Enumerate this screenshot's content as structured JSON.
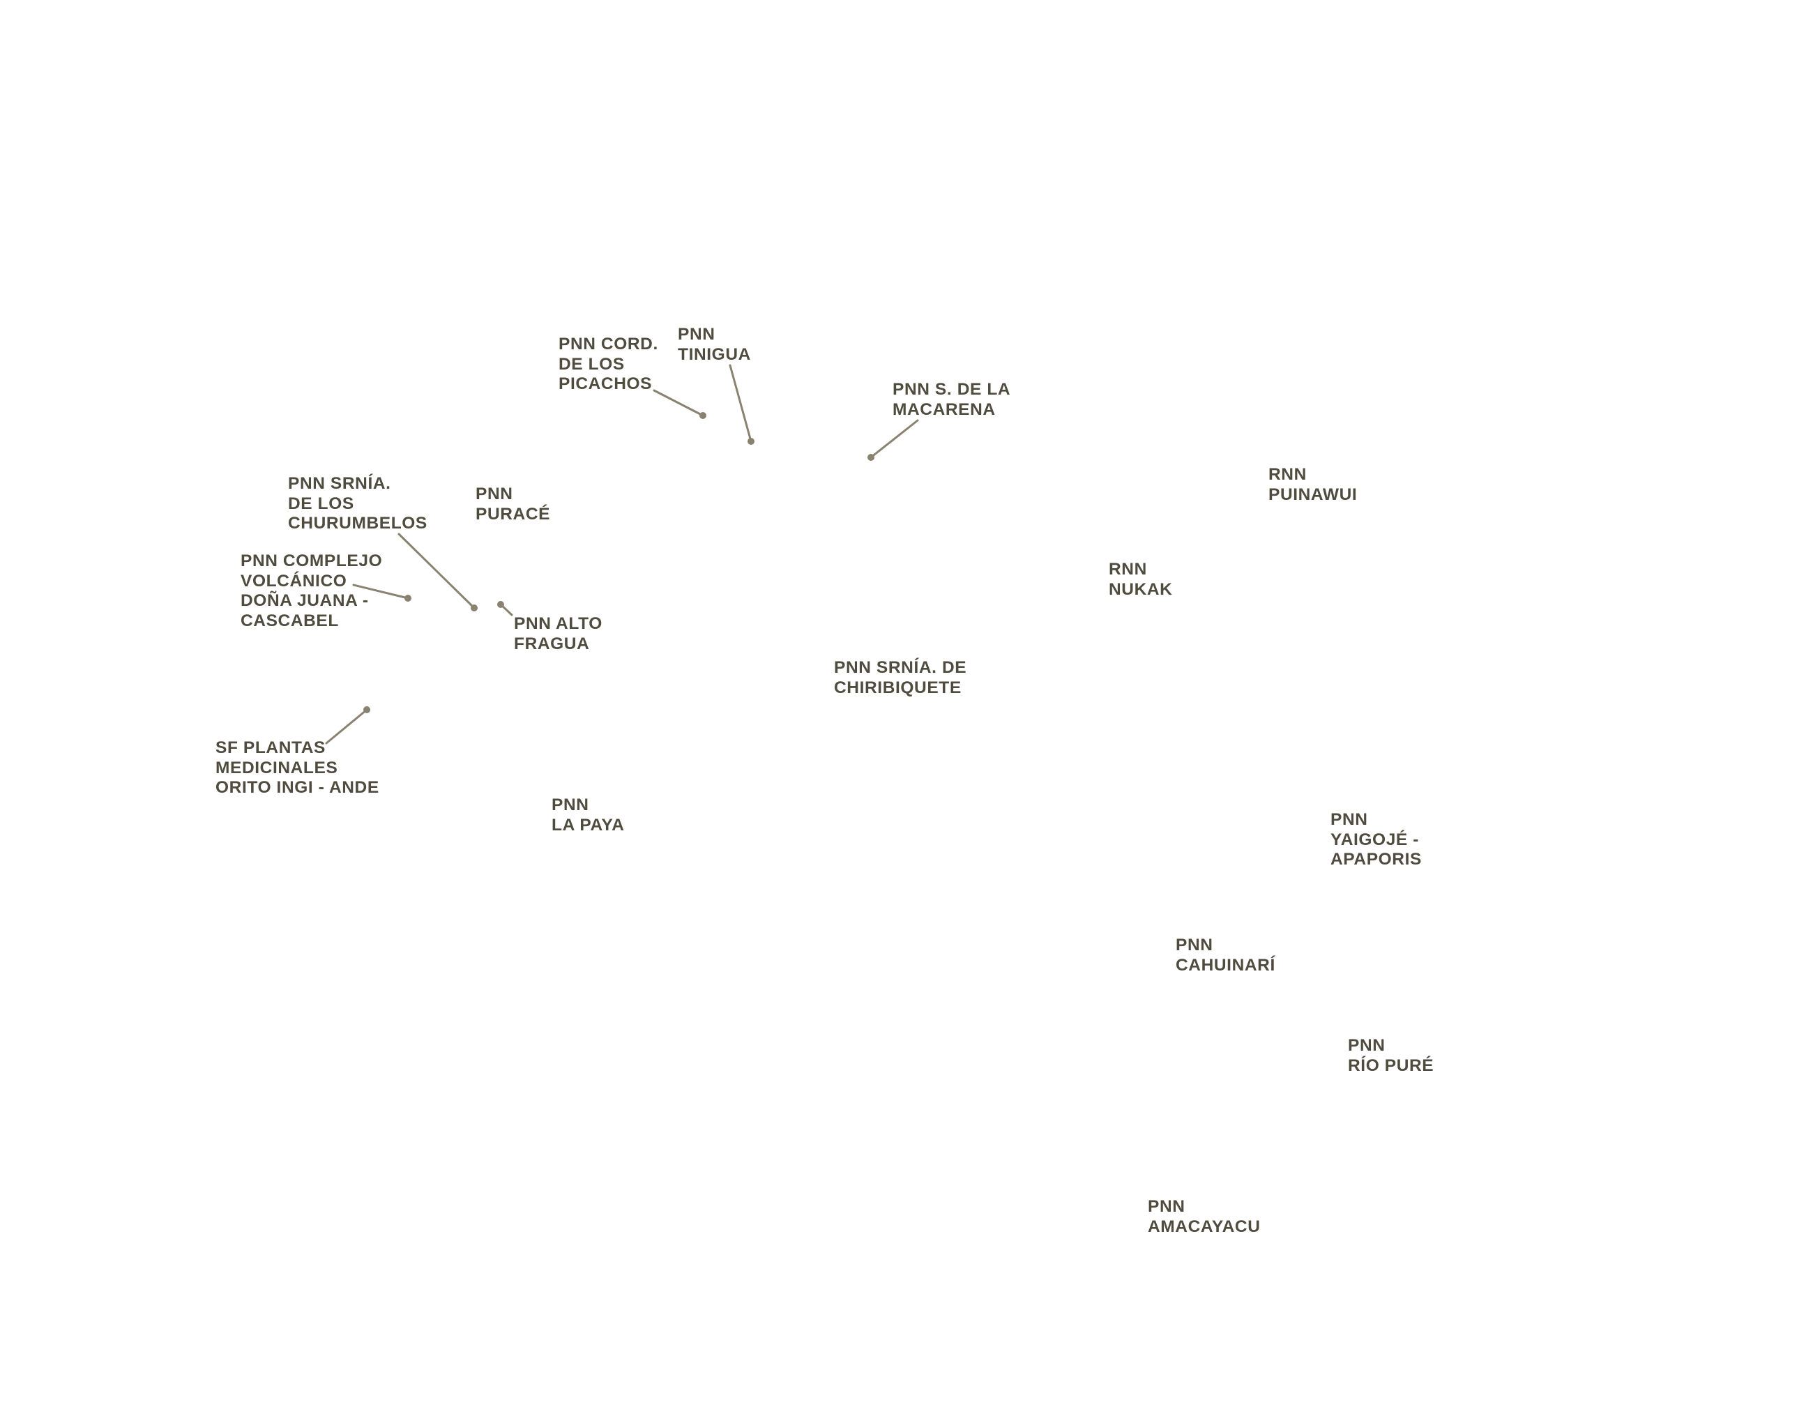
{
  "colors": {
    "background": "#ffffff",
    "label_text": "#4f4b3e",
    "leader_line": "#8a8270"
  },
  "labels": {
    "picachos": [
      "PNN CORD.",
      "DE LOS",
      "PICACHOS"
    ],
    "tinigua": [
      "PNN",
      "TINIGUA"
    ],
    "macarena": [
      "PNN S. DE LA",
      "MACARENA"
    ],
    "churumbelos": [
      "PNN SRNÍA.",
      "DE LOS",
      "CHURUMBELOS"
    ],
    "purace": [
      "PNN",
      "PURACÉ"
    ],
    "puinawui": [
      "RNN",
      "PUINAWUI"
    ],
    "nukak": [
      "RNN",
      "NUKAK"
    ],
    "dona_juana": [
      "PNN COMPLEJO",
      "VOLCÁNICO",
      "DOÑA JUANA -",
      "CASCABEL"
    ],
    "alto_fragua": [
      "PNN ALTO",
      "FRAGUA"
    ],
    "chiribiquete": [
      "PNN SRNÍA. DE",
      "CHIRIBIQUETE"
    ],
    "orito": [
      "SF PLANTAS",
      "MEDICINALES",
      "ORITO INGI - ANDE"
    ],
    "la_paya": [
      "PNN",
      "LA PAYA"
    ],
    "yaigoje": [
      "PNN",
      "YAIGOJÉ -",
      "APAPORIS"
    ],
    "cahuinari": [
      "PNN",
      "CAHUINARÍ"
    ],
    "rio_pure": [
      "PNN",
      "RÍO PURÉ"
    ],
    "amacayacu": [
      "PNN",
      "AMACAYACU"
    ]
  }
}
